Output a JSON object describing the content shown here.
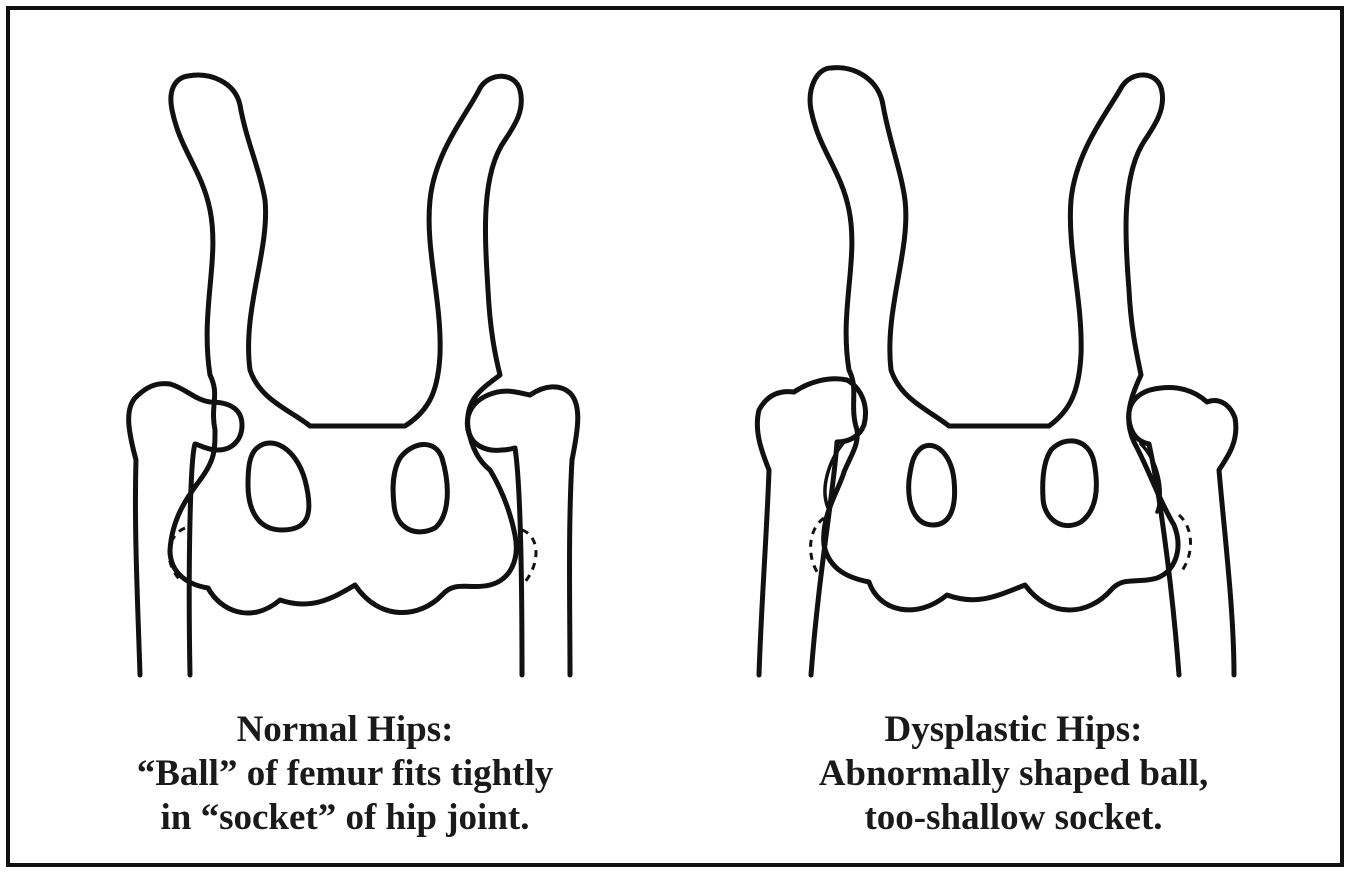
{
  "panels": {
    "normal": {
      "title": "Normal Hips:",
      "line1": "“Ball” of femur fits tightly",
      "line2": "in “socket” of hip joint."
    },
    "dysplastic": {
      "title": "Dysplastic Hips:",
      "line1": "Abnormally shaped ball,",
      "line2": "too-shallow socket."
    }
  },
  "colors": {
    "line": "#111111",
    "frame": "#111111",
    "background": "#ffffff"
  }
}
